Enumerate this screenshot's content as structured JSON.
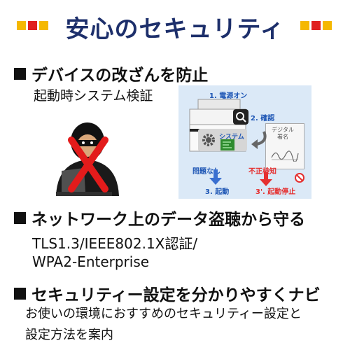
{
  "header": {
    "title": "安心のセキュリティ"
  },
  "section1": {
    "heading": "デバイスの改ざんを防止",
    "sub": "起動時システム検証"
  },
  "diagram": {
    "step1": "1. 電源オン",
    "step2": "2. 確認",
    "system": "システム",
    "sig_line1": "デジタル",
    "sig_line2": "署名",
    "ok": "問題なし",
    "ng": "不正検知",
    "step3": "3. 起動",
    "step3b": "3'. 起動停止"
  },
  "section2": {
    "heading": "ネットワーク上のデータ盗聴から守る",
    "line1": "TLS1.3/IEEE802.1X認証/",
    "line2": "WPA2-Enterprise"
  },
  "section3": {
    "heading": "セキュリティー設定を分かりやすくナビ",
    "line1": "お使いの環境におすすめのセキュリティー設定と",
    "line2": "設定方法を案内"
  },
  "colors": {
    "title": "#1d2f6b",
    "accent_yellow": "#f5b800",
    "accent_red": "#e02020",
    "diagram_bg": "#dbe9f7",
    "diagram_blue": "#1f57b5"
  }
}
